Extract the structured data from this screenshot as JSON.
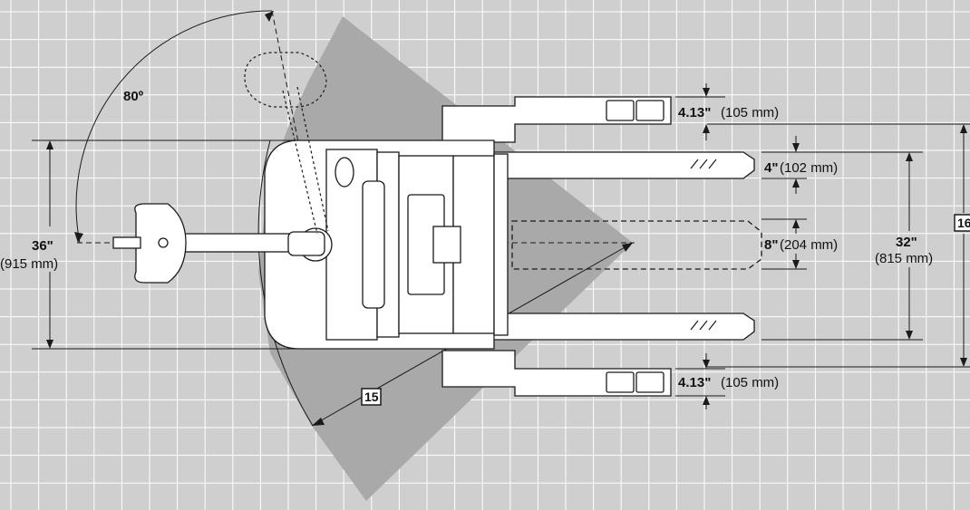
{
  "colors": {
    "background": "#cfcfcf",
    "grid": "#ffffff",
    "sweep": "#a9a9a9",
    "line": "#1a1a1a",
    "part": "#ffffff"
  },
  "labels": {
    "angle": "80º",
    "overall_width": {
      "imperial": "36\"",
      "metric": "(915 mm)"
    },
    "top_clearance": {
      "imperial": "4.13\"",
      "metric": "(105 mm)"
    },
    "fork_width": {
      "imperial": "4\"",
      "metric": "(102 mm)"
    },
    "fork_gap": {
      "imperial": "8\"",
      "metric": "(204 mm)"
    },
    "fork_spread": {
      "imperial": "32\"",
      "metric": "(815 mm)"
    },
    "bottom_clearance": {
      "imperial": "4.13\"",
      "metric": "(105 mm)"
    },
    "turning_radius_ref": "15",
    "overall_ref": "16"
  }
}
